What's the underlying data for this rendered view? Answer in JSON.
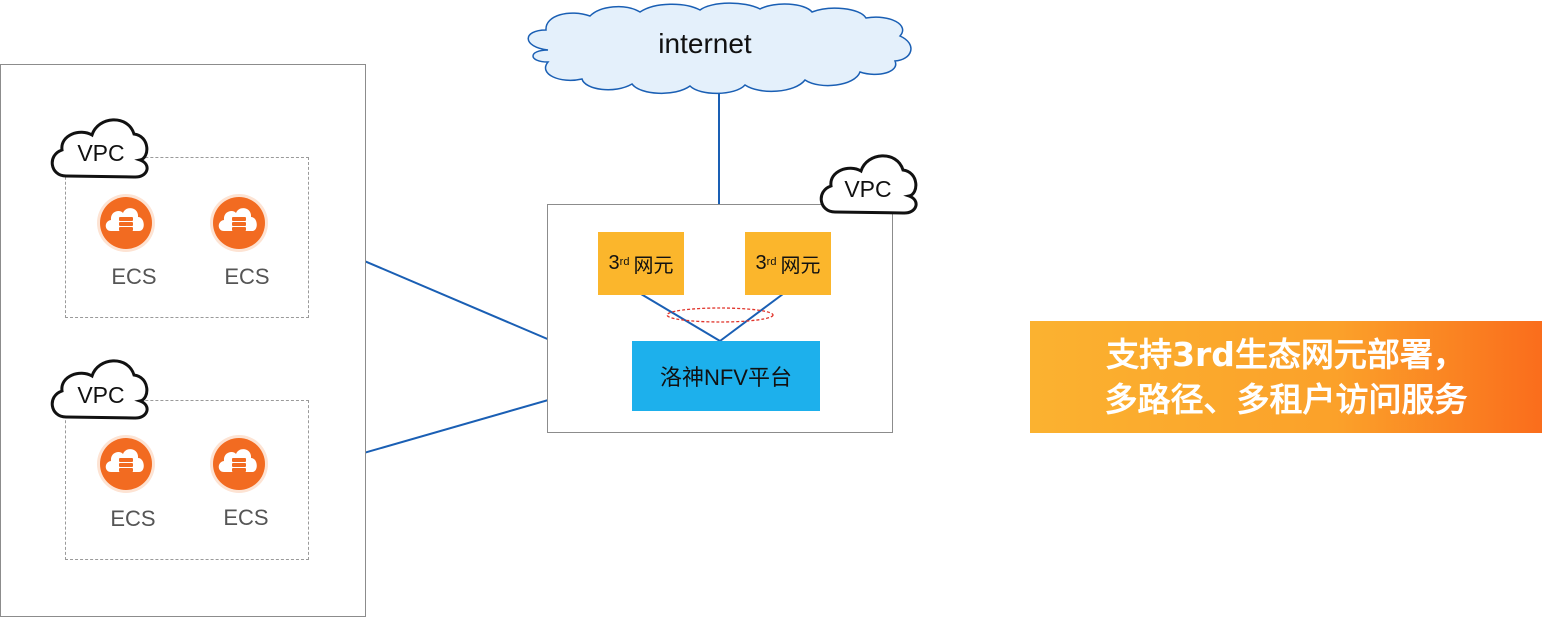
{
  "internet_label": "internet",
  "vpc_label": "VPC",
  "ecs_label": "ECS",
  "network_elements": [
    {
      "sup": "rd",
      "base": "3",
      "label": "网元"
    },
    {
      "sup": "rd",
      "base": "3",
      "label": "网元"
    }
  ],
  "platform_label": "洛神NFV平台",
  "banner": {
    "line1": "支持3rd生态网元部署，",
    "line2": "多路径、多租户访问服务"
  },
  "colors": {
    "ecs_icon": "#f26b21",
    "connector": "#1a5fb4",
    "network_element": "#fbb62c",
    "platform": "#1db0ec",
    "ellipse": "#e0342b"
  }
}
